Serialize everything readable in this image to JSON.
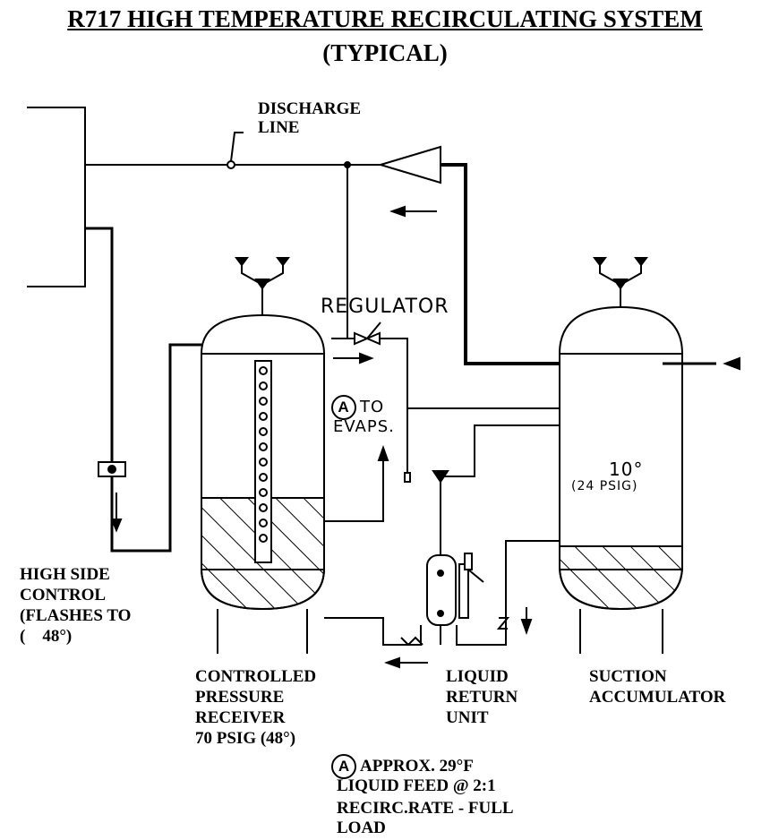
{
  "title": "R717 HIGH TEMPERATURE RECIRCULATING SYSTEM",
  "subtitle": "(TYPICAL)",
  "labels": {
    "discharge_1": "DISCHARGE",
    "discharge_2": "LINE",
    "regulator": "REGULATOR",
    "a_marker": "A",
    "to_evaps_1": "TO",
    "to_evaps_2": "EVAPS.",
    "accum_temp": "10°",
    "accum_psig": "(24 PSIG)",
    "hsc_1": "HIGH SIDE",
    "hsc_2": "CONTROL",
    "hsc_3": "(FLASHES TO",
    "hsc_4": "(    48°)",
    "cpr_1": "CONTROLLED",
    "cpr_2": "PRESSURE",
    "cpr_3": "RECEIVER",
    "cpr_4": "70 PSIG (48°)",
    "lru_1": "LIQUID",
    "lru_2": "RETURN",
    "lru_3": "UNIT",
    "sa_1": "SUCTION",
    "sa_2": "ACCUMULATOR",
    "note_1": "APPROX. 29°F",
    "note_2": "LIQUID FEED @ 2:1",
    "note_3": "RECIRC.RATE - FULL",
    "note_4": "LOAD"
  }
}
